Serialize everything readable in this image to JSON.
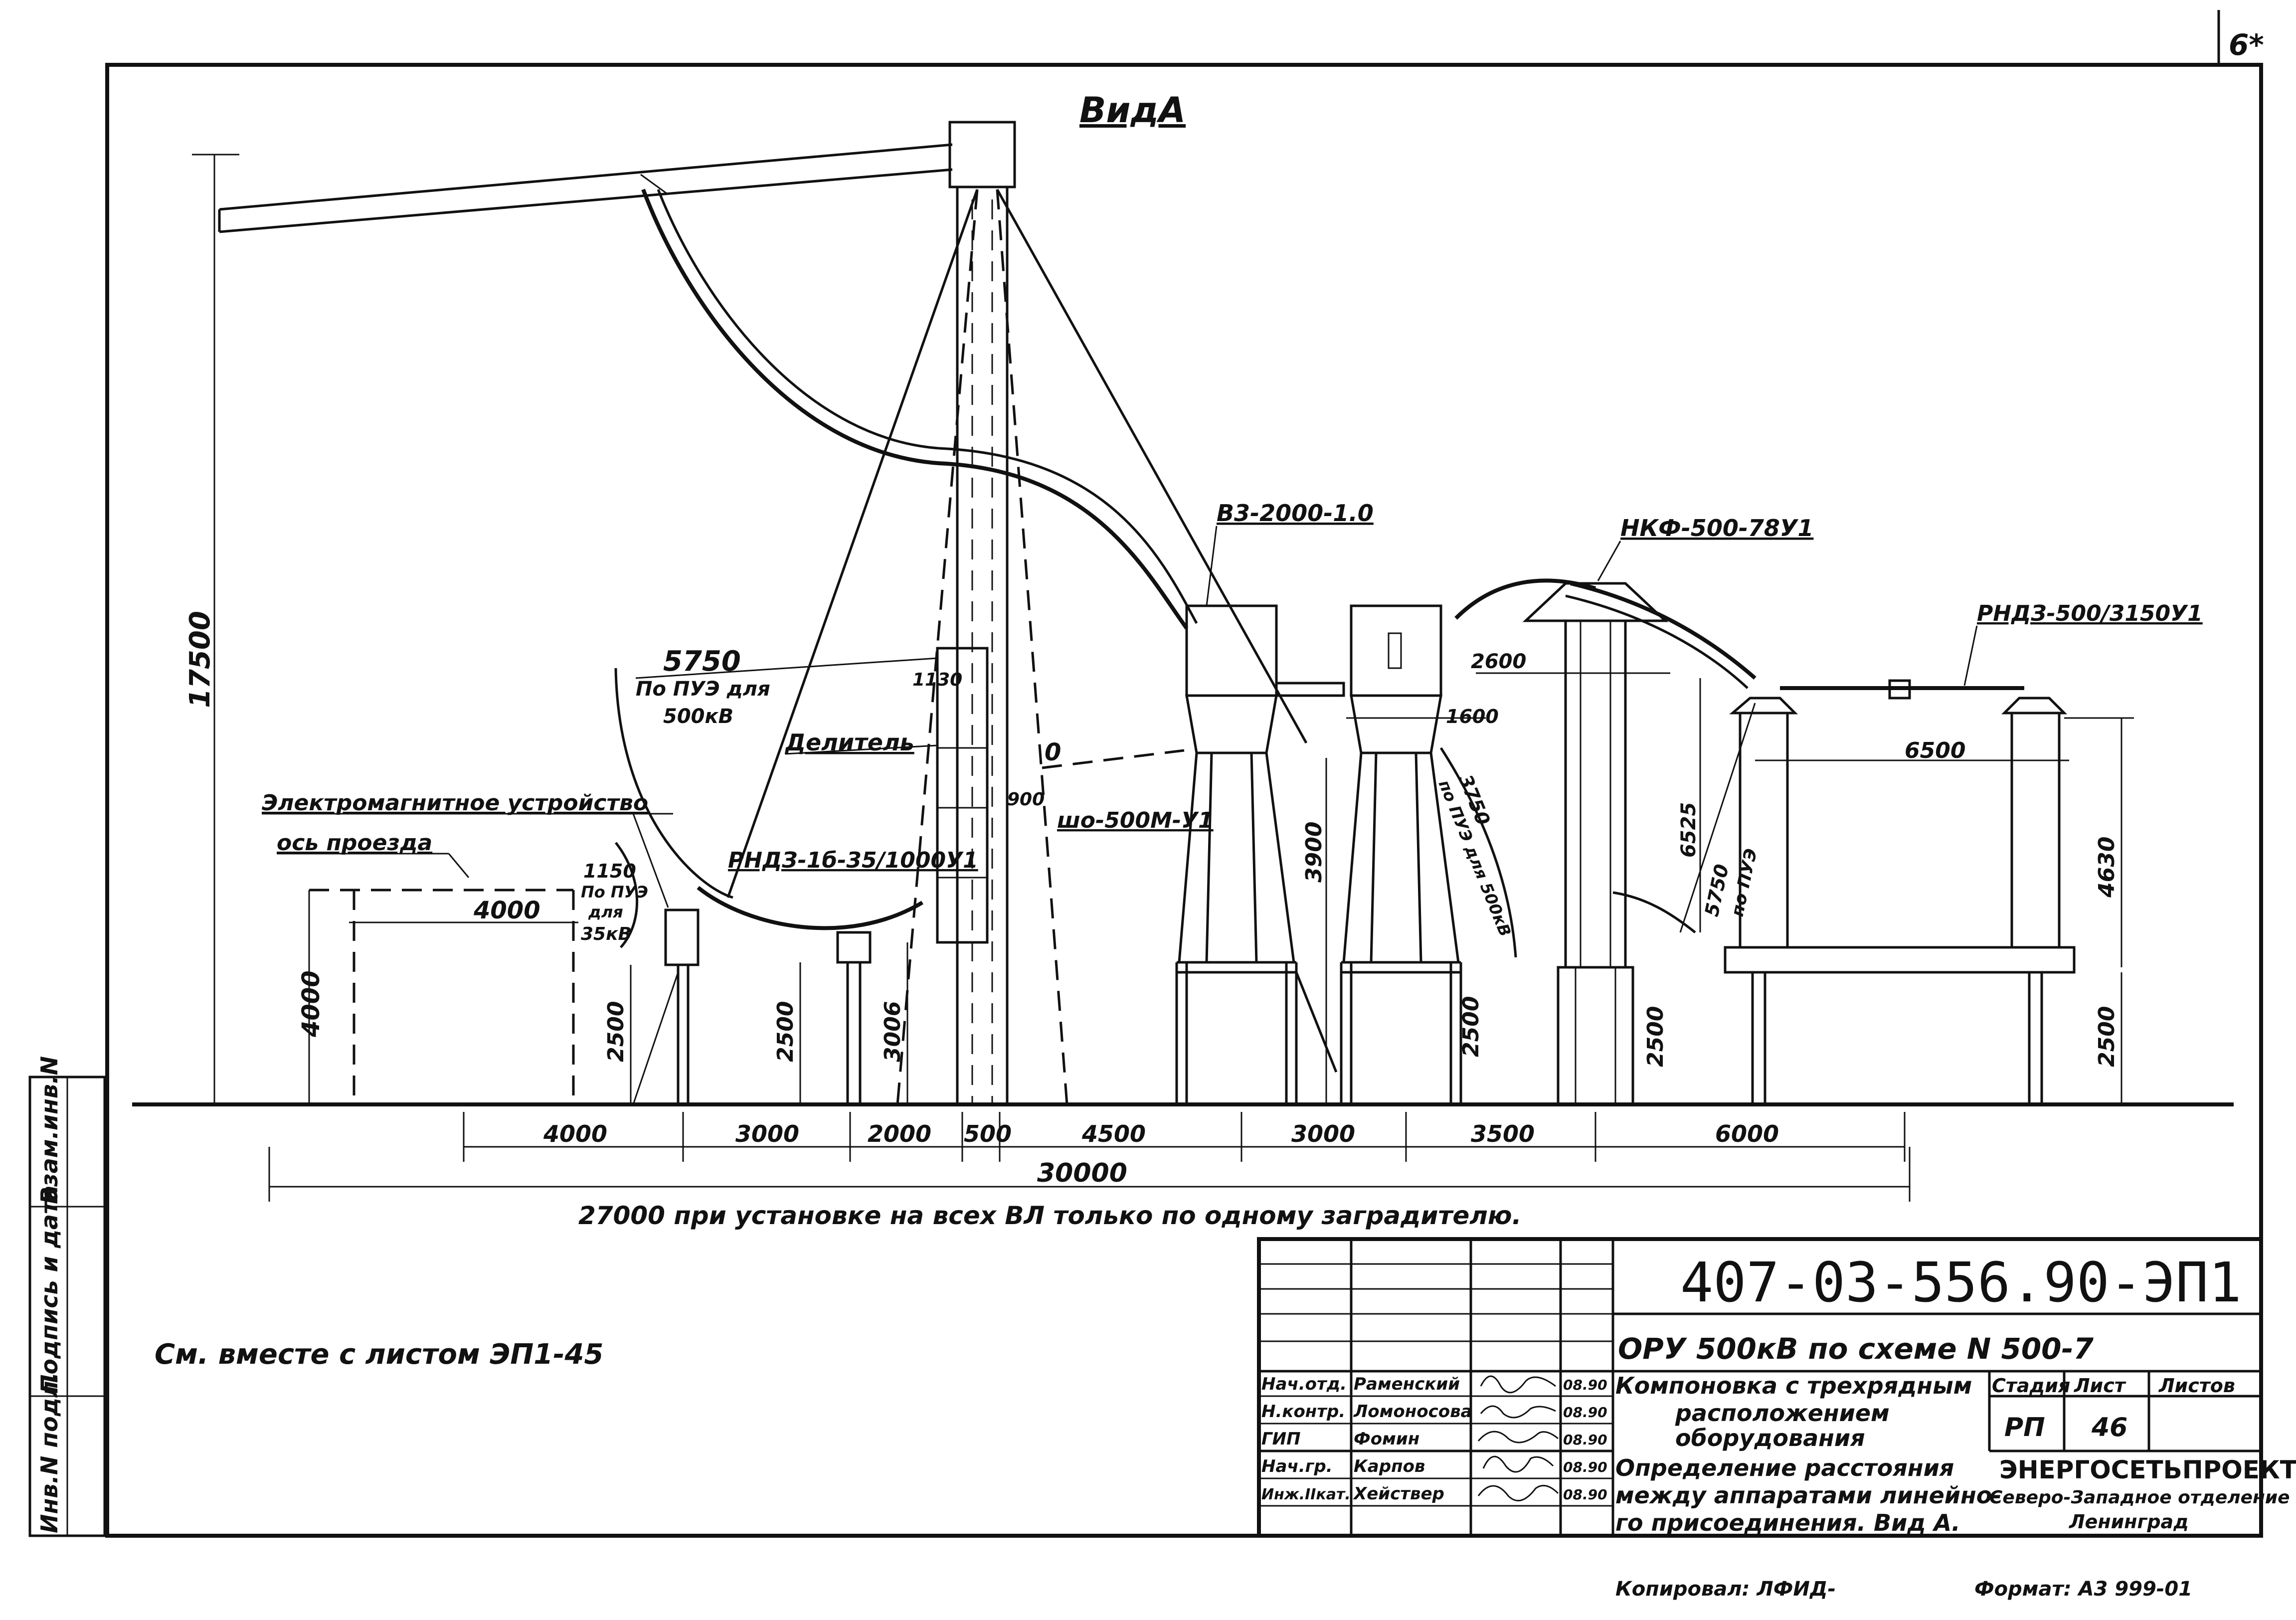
{
  "sheet_corner": "6*",
  "view_title": "ВидА",
  "labels": {
    "em_device": "Электромагнитное устройство",
    "road_axis": "ось проезда",
    "divider": "Делитель",
    "rnd_small": "РНДЗ-1б-35/1000У1",
    "shunt": "шо-500М-У1",
    "breaker": "В3-2000-1.0",
    "nkf": "НКФ-500-78У1",
    "rnd_big": "РНДЗ-500/3150У1",
    "zero": "0"
  },
  "dims": {
    "d17500": "17500",
    "d5750": "5750",
    "d5750_note1": "По ПУЭ для",
    "d5750_note2": "500кВ",
    "d1130": "1130",
    "d900": "900",
    "d1150": "1150",
    "d1150_n1": "По ПУЭ",
    "d1150_n2": "для",
    "d1150_n3": "35кВ",
    "d4000_top": "4000",
    "d4000_v": "4000",
    "d2500_a": "2500",
    "d2500_b": "2500",
    "d3006": "3006",
    "d3900": "3900",
    "d1600": "1600",
    "d3750a": "3750",
    "d3750b": "по ПУЭ для 500кВ",
    "d2500_c": "2500",
    "d2600": "2600",
    "d6525": "6525",
    "d5750b": "5750",
    "d5750b_note": "по ПУЭ",
    "d2500_d": "2500",
    "d6500": "6500",
    "d4630": "4630",
    "d2500_e": "2500"
  },
  "bottom_dims": [
    "4000",
    "3000",
    "2000",
    "500",
    "4500",
    "3000",
    "3500",
    "6000"
  ],
  "total_dim": "30000",
  "note_27000": "27000 при установке на всех ВЛ только по одному заградителю.",
  "see_also": "См. вместе с листом ЭП1-45",
  "side_stamp": [
    "Инв.N подл.",
    "Подпись и дата",
    "Взам.инв.N"
  ],
  "title_block": {
    "code": "407-03-556.90-ЭП1",
    "project": "ОРУ 500кВ по схеме N 500-7",
    "title1": "Компоновка с трехрядным",
    "title2": "расположением",
    "title3": "оборудования",
    "desc1": "Определение расстояния",
    "desc2": "между аппаратами линейно-",
    "desc3": "го присоединения. Вид А.",
    "stage_h": "Стадия",
    "sheet_h": "Лист",
    "sheets_h": "Листов",
    "stage": "РП",
    "sheet": "46",
    "org1": "ЭНЕРГОСЕТЬПРОЕКТ",
    "org2": "Северо-Западное отделение",
    "org3": "Ленинград",
    "staff": [
      {
        "role": "Нач.отд.",
        "name": "Раменский",
        "date": "08.90"
      },
      {
        "role": "Н.контр.",
        "name": "Ломоносова",
        "date": "08.90"
      },
      {
        "role": "ГИП",
        "name": "Фомин",
        "date": "08.90"
      },
      {
        "role": "Нач.гр.",
        "name": "Карпов",
        "date": "08.90"
      },
      {
        "role": "Инж.IIкат.",
        "name": "Хействер",
        "date": "08.90"
      }
    ]
  },
  "footer_left": "Копировал: ЛФИД-",
  "footer_right": "Формат: А3   999-01"
}
